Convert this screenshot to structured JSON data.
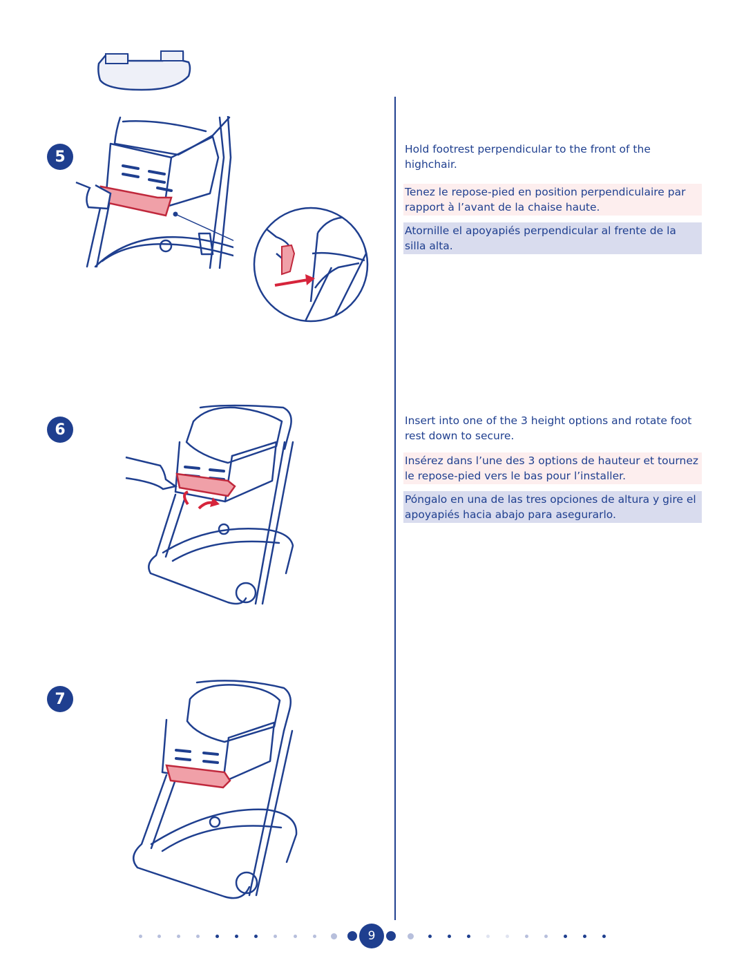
{
  "steps": [
    {
      "number": "5",
      "en": "Hold footrest perpendicular to the front of the highchair.",
      "fr": "Tenez le repose-pied en position perpendiculaire par rapport à l’avant de la chaise haute.",
      "es": "Atornille el apoyapiés perpendicular al frente de la silla alta."
    },
    {
      "number": "6",
      "en": "Insert into one of the 3 height options and rotate foot rest down to secure.",
      "fr": "Insérez dans l’une des 3 options de hauteur et tournez le repose-pied vers le bas pour l’installer.",
      "es": "Póngalo en una de las tres opciones de altura y gire el apoyapiés hacia abajo para asegurarlo."
    },
    {
      "number": "7"
    }
  ],
  "page_number": "9",
  "colors": {
    "ink": "#1f3f8f",
    "french_highlight": "#fdeeee",
    "spanish_highlight": "#d9dcee",
    "footrest_red": "#e8707a",
    "arrow_red": "#d6243b"
  }
}
